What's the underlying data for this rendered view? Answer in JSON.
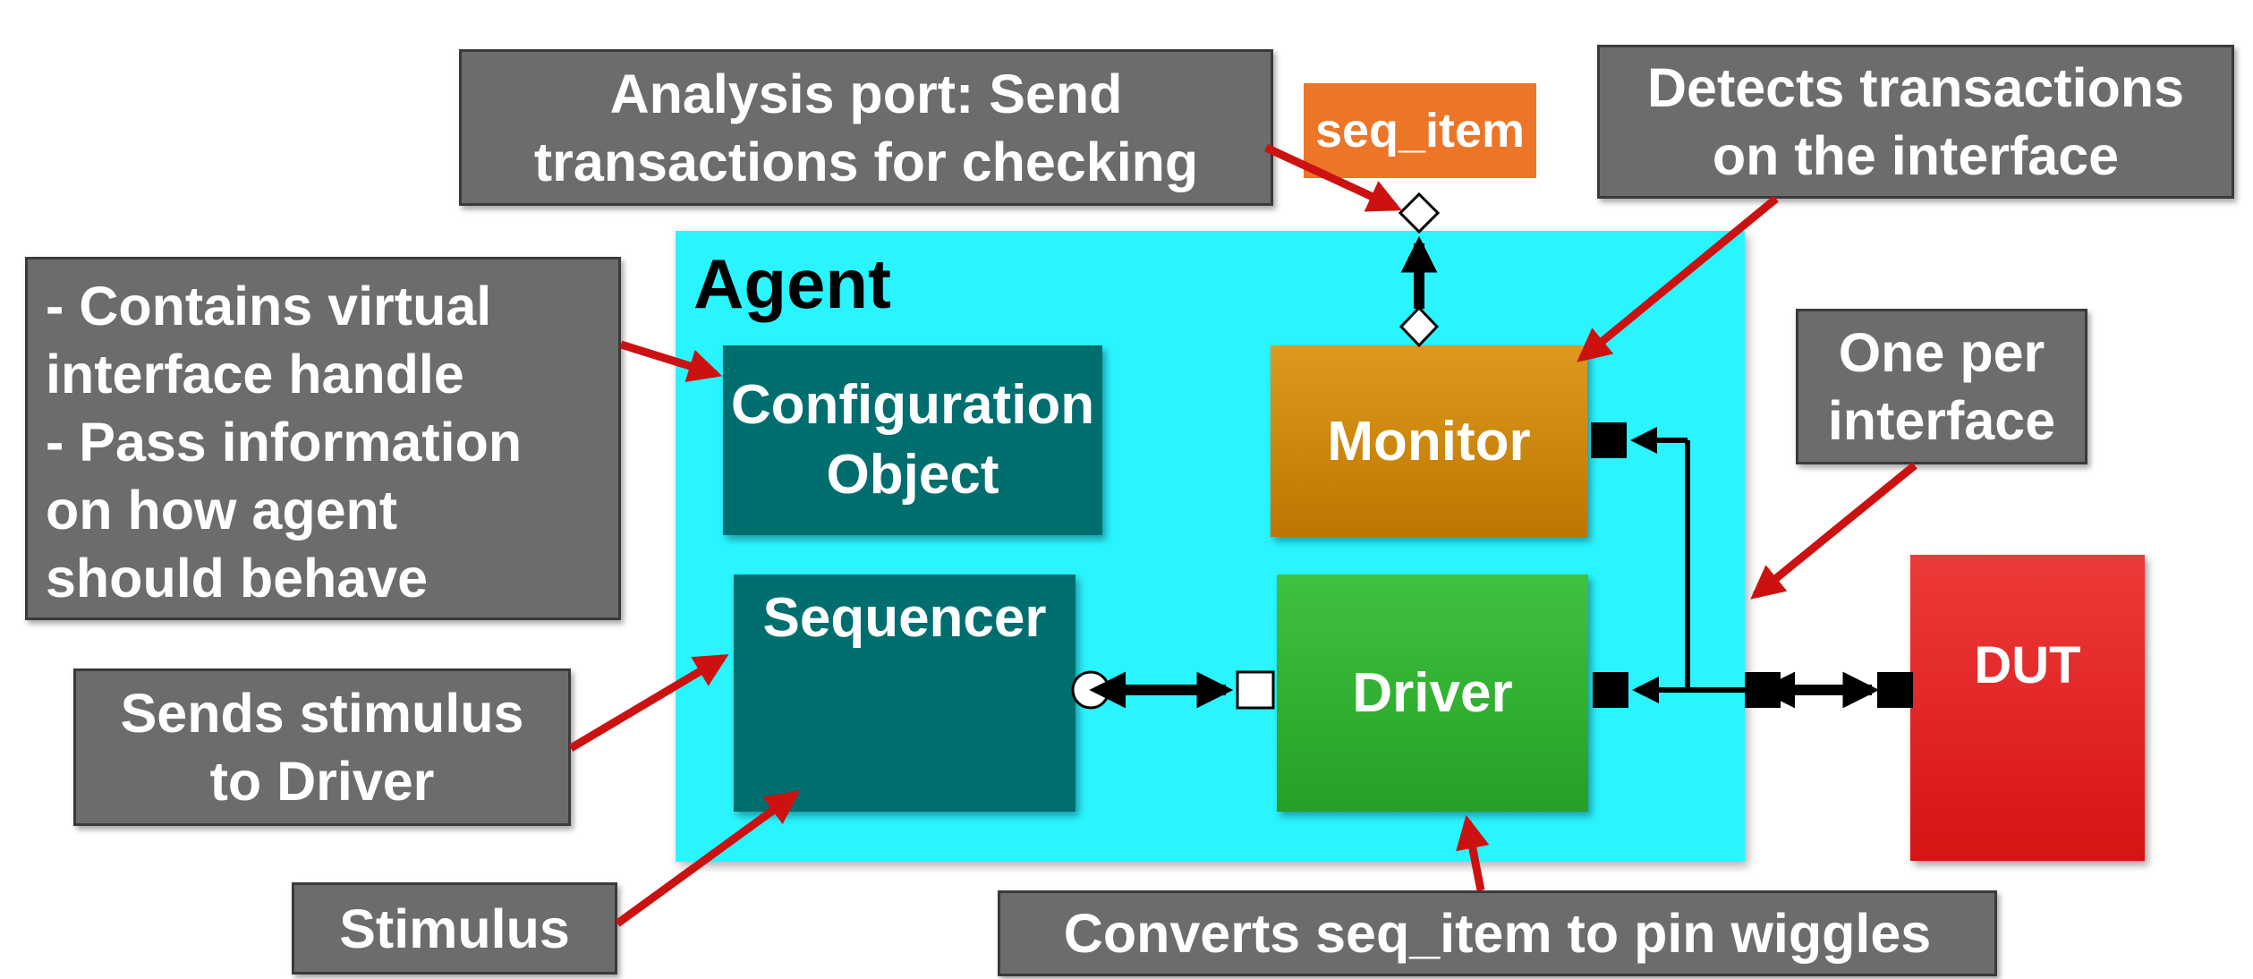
{
  "agent": {
    "label": "Agent"
  },
  "blocks": {
    "configuration": "Configuration\nObject",
    "sequencer": "Sequencer",
    "monitor": "Monitor",
    "driver": "Driver",
    "dut": "DUT"
  },
  "tag": {
    "seq_item": "seq_item"
  },
  "callouts": {
    "analysis_port": "Analysis port: Send\ntransactions for checking",
    "detects": "Detects transactions\non the interface",
    "config_info": "- Contains virtual\ninterface handle\n- Pass information\non how agent\nshould behave",
    "one_per": "One per\ninterface",
    "sends_stimulus": "Sends stimulus\nto Driver",
    "stimulus": "Stimulus",
    "converts": "Converts seq_item to pin wiggles"
  },
  "colors": {
    "agent_bg": "#2af4ff",
    "teal_block": "#006e6e",
    "monitor": "#c98400",
    "driver": "#2fb02f",
    "dut": "#e02020",
    "callout_bg": "#6c6c6c",
    "tag": "#ec7527",
    "pointer_arrow": "#cc1111"
  }
}
